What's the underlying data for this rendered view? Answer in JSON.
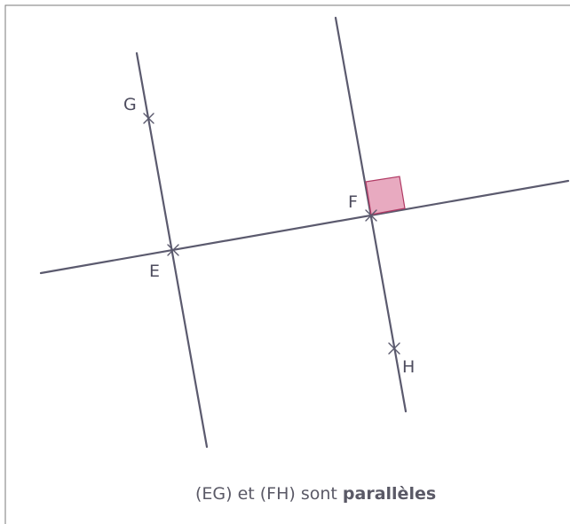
{
  "points": {
    "G": "G",
    "E": "E",
    "F": "F",
    "H": "H"
  },
  "caption": {
    "prefix": "(EG) et (FH) sont ",
    "emphasis": "parallèles"
  },
  "colors": {
    "line": "#5b5a6e",
    "right_angle_fill": "#e8aac0",
    "right_angle_stroke": "#b03a64",
    "label": "#4d4c5e",
    "caption": "#5a5966"
  }
}
